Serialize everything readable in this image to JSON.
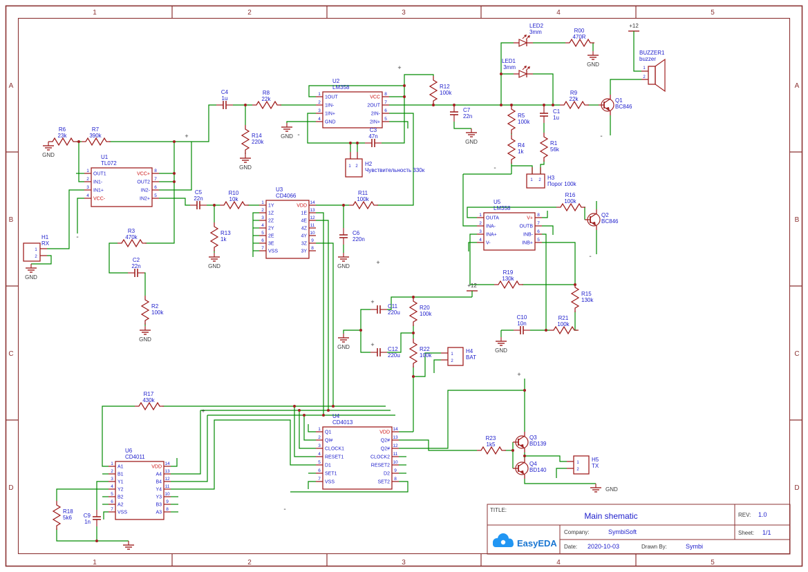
{
  "sheet": {
    "cols": [
      "1",
      "2",
      "3",
      "4",
      "5"
    ],
    "rows": [
      "A",
      "B",
      "C",
      "D"
    ]
  },
  "title_block": {
    "title_label": "TITLE:",
    "title": "Main shematic",
    "rev_label": "REV:",
    "rev": "1.0",
    "company_label": "Company:",
    "company": "SymbiSoft",
    "sheet_label": "Sheet:",
    "sheet_value": "1/1",
    "date_label": "Date:",
    "date": "2020-10-03",
    "drawn_label": "Drawn By:",
    "drawn_by": "Symbi",
    "logo": "EasyEDA"
  },
  "marks": {
    "plus": "+",
    "minus": "-",
    "gnd": "GND",
    "p12": "+12",
    "pin1": "1",
    "pin2": "2"
  },
  "ics": {
    "U1": {
      "ref": "U1",
      "value": "TL072",
      "power": [
        "VCC-",
        "VCC+"
      ],
      "left": [
        [
          "1",
          "OUT1"
        ],
        [
          "2",
          "IN1-"
        ],
        [
          "3",
          "IN1+"
        ],
        [
          "4",
          "VCC-"
        ]
      ],
      "right": [
        [
          "8",
          "VCC+"
        ],
        [
          "7",
          "OUT2"
        ],
        [
          "6",
          "IN2-"
        ],
        [
          "5",
          "IN2+"
        ]
      ]
    },
    "U2": {
      "ref": "U2",
      "value": "LM358",
      "power": [
        "VCC"
      ],
      "left": [
        [
          "1",
          "1OUT"
        ],
        [
          "2",
          "1IN-"
        ],
        [
          "3",
          "1IN+"
        ],
        [
          "4",
          "GND"
        ]
      ],
      "right": [
        [
          "8",
          "VCC"
        ],
        [
          "7",
          "2OUT"
        ],
        [
          "6",
          "2IN-"
        ],
        [
          "5",
          "2IN+"
        ]
      ]
    },
    "U3": {
      "ref": "U3",
      "value": "CD4066",
      "power": [
        "VDD"
      ],
      "left": [
        [
          "1",
          "1Y"
        ],
        [
          "2",
          "1Z"
        ],
        [
          "3",
          "2Z"
        ],
        [
          "4",
          "2Y"
        ],
        [
          "5",
          "2E"
        ],
        [
          "6",
          "3E"
        ],
        [
          "7",
          "VSS"
        ]
      ],
      "right": [
        [
          "14",
          "VDD"
        ],
        [
          "13",
          "1E"
        ],
        [
          "12",
          "4E"
        ],
        [
          "11",
          "4Z"
        ],
        [
          "10",
          "4Y"
        ],
        [
          "9",
          "3Z"
        ],
        [
          "8",
          "3Y"
        ]
      ]
    },
    "U4": {
      "ref": "U4",
      "value": "CD4013",
      "power": [
        "VDD"
      ],
      "left": [
        [
          "1",
          "Q1"
        ],
        [
          "2",
          "QI#"
        ],
        [
          "3",
          "CLOCK1"
        ],
        [
          "4",
          "RESET1"
        ],
        [
          "5",
          "D1"
        ],
        [
          "6",
          "SET1"
        ],
        [
          "7",
          "VSS"
        ]
      ],
      "right": [
        [
          "14",
          "VDD"
        ],
        [
          "13",
          "Q2#"
        ],
        [
          "12",
          "Q2#"
        ],
        [
          "11",
          "CLOCK2"
        ],
        [
          "10",
          "RESET2"
        ],
        [
          "9",
          "D2"
        ],
        [
          "8",
          "SET2"
        ]
      ]
    },
    "U5": {
      "ref": "U5",
      "value": "LM358",
      "power": [
        "V+"
      ],
      "left": [
        [
          "1",
          "OUTA"
        ],
        [
          "2",
          "INA-"
        ],
        [
          "3",
          "INA+"
        ],
        [
          "4",
          "V-"
        ]
      ],
      "right": [
        [
          "8",
          "V+"
        ],
        [
          "7",
          "OUTB"
        ],
        [
          "6",
          "INB-"
        ],
        [
          "5",
          "INB+"
        ]
      ]
    },
    "U6": {
      "ref": "U6",
      "value": "CD4011",
      "power": [
        "VDD"
      ],
      "left": [
        [
          "1",
          "A1"
        ],
        [
          "2",
          "B1"
        ],
        [
          "3",
          "Y1"
        ],
        [
          "4",
          "Y2"
        ],
        [
          "5",
          "B2"
        ],
        [
          "6",
          "A2"
        ],
        [
          "7",
          "VSS"
        ]
      ],
      "right": [
        [
          "14",
          "VDD"
        ],
        [
          "13",
          "A4"
        ],
        [
          "12",
          "B4"
        ],
        [
          "11",
          "Y4"
        ],
        [
          "10",
          "Y3"
        ],
        [
          "9",
          "B3"
        ],
        [
          "8",
          "A3"
        ]
      ]
    }
  },
  "resistors": {
    "R00": {
      "ref": "R00",
      "value": "470R"
    },
    "R1": {
      "ref": "R1",
      "value": "56k"
    },
    "R2": {
      "ref": "R2",
      "value": "100k"
    },
    "R3": {
      "ref": "R3",
      "value": "470k"
    },
    "R4": {
      "ref": "R4",
      "value": "1k"
    },
    "R5": {
      "ref": "R5",
      "value": "100k"
    },
    "R6": {
      "ref": "R6",
      "value": "23k"
    },
    "R7": {
      "ref": "R7",
      "value": "390k"
    },
    "R8": {
      "ref": "R8",
      "value": "22k"
    },
    "R9": {
      "ref": "R9",
      "value": "22k"
    },
    "R10": {
      "ref": "R10",
      "value": "10k"
    },
    "R11": {
      "ref": "R11",
      "value": "100k"
    },
    "R12": {
      "ref": "R12",
      "value": "100k"
    },
    "R13": {
      "ref": "R13",
      "value": "1k"
    },
    "R14": {
      "ref": "R14",
      "value": "220k"
    },
    "R15": {
      "ref": "R15",
      "value": "130k"
    },
    "R16": {
      "ref": "R16",
      "value": "100k"
    },
    "R17": {
      "ref": "R17",
      "value": "430k"
    },
    "R18": {
      "ref": "R18",
      "value": "5k6"
    },
    "R19": {
      "ref": "R19",
      "value": "130k"
    },
    "R20": {
      "ref": "R20",
      "value": "100k"
    },
    "R21": {
      "ref": "R21",
      "value": "100k"
    },
    "R22": {
      "ref": "R22",
      "value": "100k"
    },
    "R23": {
      "ref": "R23",
      "value": "1k5"
    }
  },
  "capacitors": {
    "C1": {
      "ref": "C1",
      "value": "1u"
    },
    "C2": {
      "ref": "C2",
      "value": "22n"
    },
    "C3": {
      "ref": "C3",
      "value": "47n"
    },
    "C4": {
      "ref": "C4",
      "value": "1u"
    },
    "C5": {
      "ref": "C5",
      "value": "22n"
    },
    "C6": {
      "ref": "C6",
      "value": "220n"
    },
    "C7": {
      "ref": "C7",
      "value": "22n"
    },
    "C9": {
      "ref": "C9",
      "value": "1n"
    },
    "C10": {
      "ref": "C10",
      "value": "10n"
    },
    "C11": {
      "ref": "C11",
      "value": "220u"
    },
    "C12": {
      "ref": "C12",
      "value": "220u"
    }
  },
  "transistors": {
    "Q1": {
      "ref": "Q1",
      "value": "BC846"
    },
    "Q2": {
      "ref": "Q2",
      "value": "BC846"
    },
    "Q3": {
      "ref": "Q3",
      "value": "BD139"
    },
    "Q4": {
      "ref": "Q4",
      "value": "BD140"
    }
  },
  "leds": {
    "LED1": {
      "ref": "LED1",
      "value": "3mm"
    },
    "LED2": {
      "ref": "LED2",
      "value": "3mm"
    }
  },
  "buzzer": {
    "ref": "BUZZER1",
    "value": "buzzer",
    "pins": [
      "1",
      "2"
    ]
  },
  "headers": {
    "H1": {
      "ref": "H1",
      "value": "RX"
    },
    "H2": {
      "ref": "H2",
      "value": "Чувствительность 330к"
    },
    "H3": {
      "ref": "H3",
      "value": "Порог 100k"
    },
    "H4": {
      "ref": "H4",
      "value": "BAT"
    },
    "H5": {
      "ref": "H5",
      "value": "TX"
    }
  },
  "colors": {
    "wire": "#008A00",
    "part": "#A02020",
    "label": "#2020CC",
    "power": "#CC1111",
    "frame": "#8B3232",
    "dark": "#3A3A3A",
    "logo_blue": "#2196F3",
    "logo_text": "#1976D2"
  }
}
